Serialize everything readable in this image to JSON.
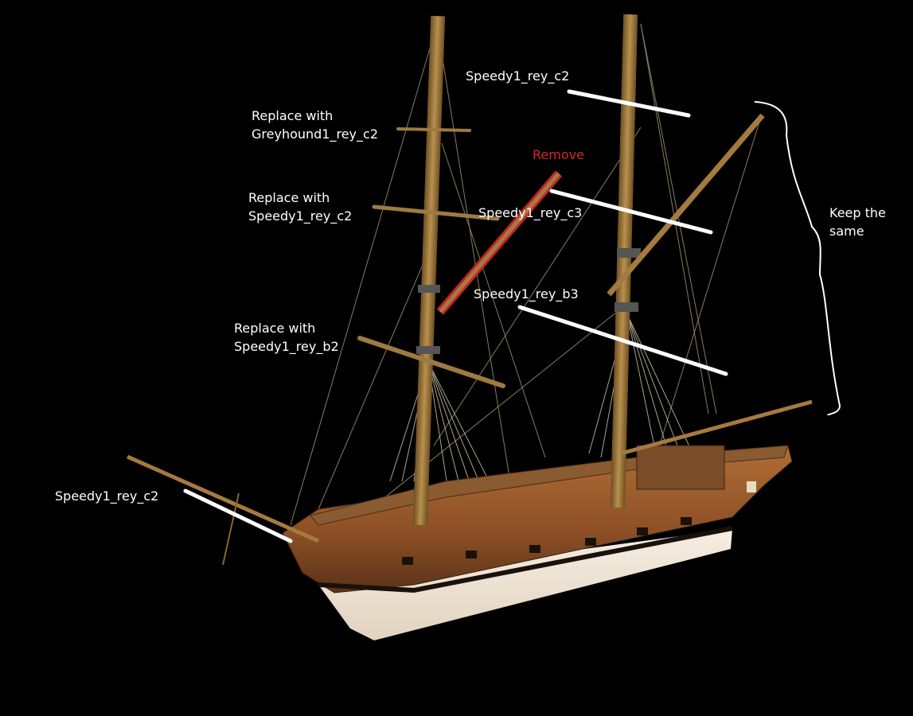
{
  "annotations": {
    "top_right_yard": {
      "text": "Speedy1_rey_c2"
    },
    "main_top_yard": {
      "line1": "Replace with",
      "line2": "Greyhound1_rey_c2"
    },
    "remove": {
      "text": "Remove",
      "color": "#d42a2a"
    },
    "main_middle_yard": {
      "line1": "Replace with",
      "line2": "Speedy1_rey_c2"
    },
    "fore_middle_yard": {
      "text": "Speedy1_rey_c3"
    },
    "keep_same": {
      "line1": "Keep the",
      "line2": "same"
    },
    "fore_lower_yard": {
      "text": "Speedy1_rey_b3"
    },
    "main_lower_yard": {
      "line1": "Replace with",
      "line2": "Speedy1_rey_b2"
    },
    "bowsprit": {
      "text": "Speedy1_rey_c2"
    }
  },
  "colors": {
    "background": "#000000",
    "annotation_text": "#ffffff",
    "highlight": "#d42a2a",
    "hull_wood": "#9a5a2c",
    "hull_bottom": "#f1e6d8",
    "mast": "#a47a40"
  }
}
